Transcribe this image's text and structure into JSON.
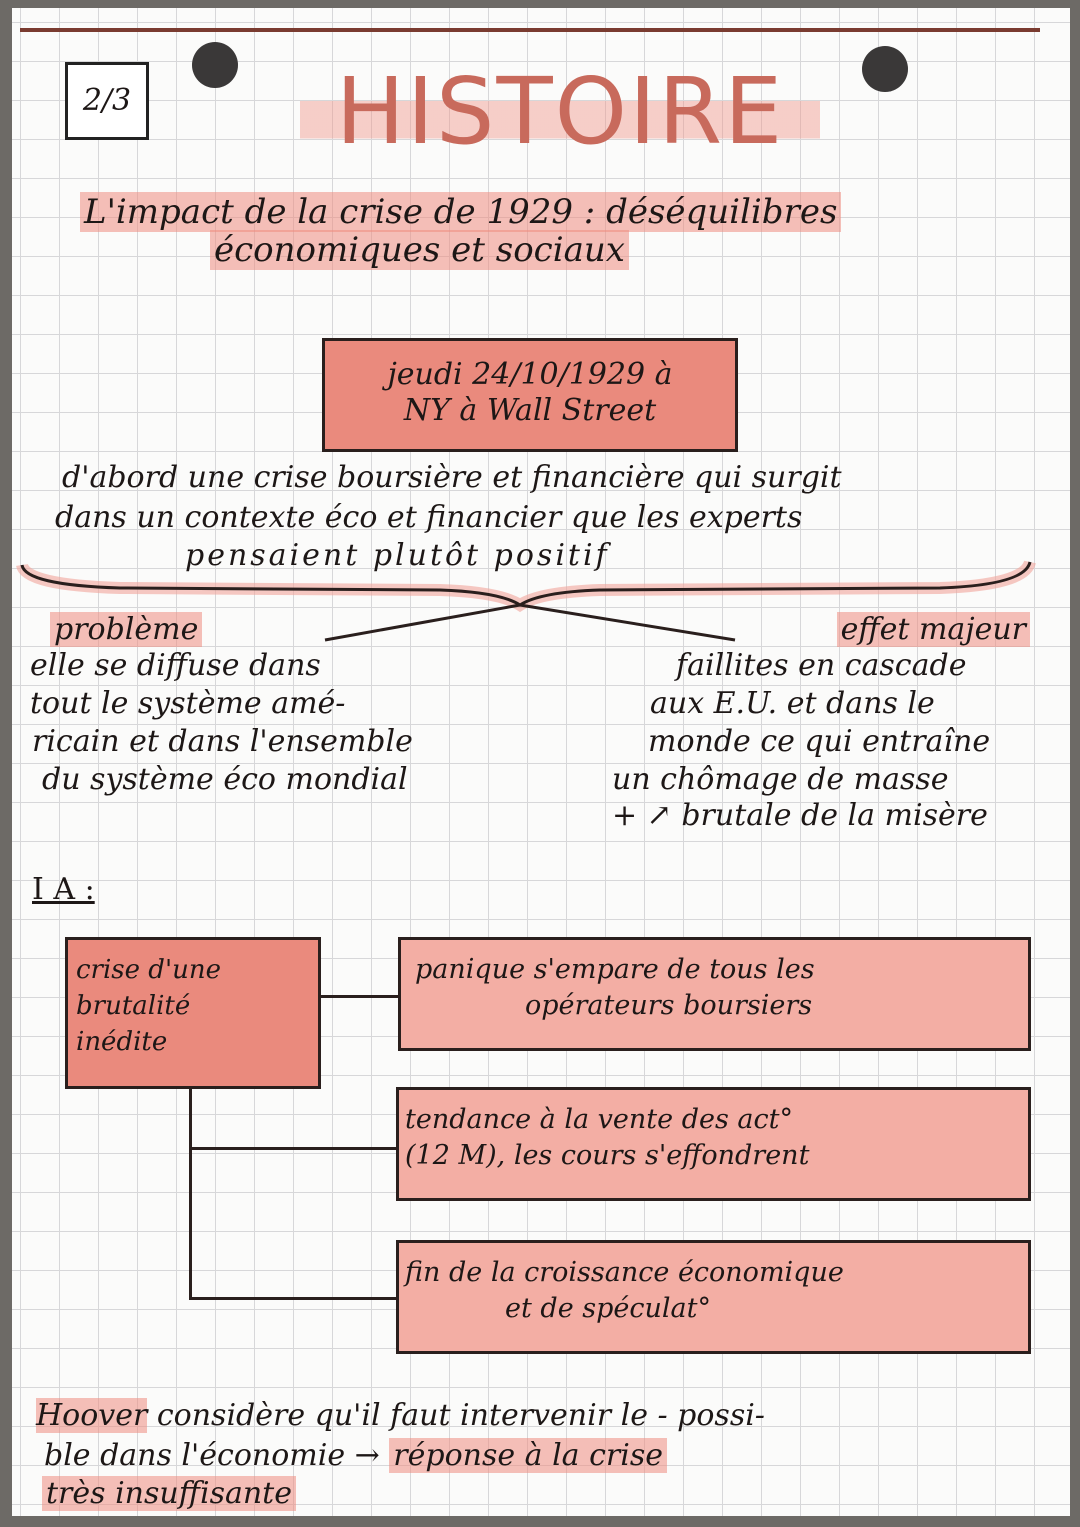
{
  "page_number": "2/3",
  "title": "HISTOIRE",
  "subtitle": [
    "L'impact de la crise de 1929 : déséquilibres",
    "économiques et sociaux"
  ],
  "date_box": [
    "jeudi 24/10/1929 à",
    "NY à Wall Street"
  ],
  "intro": [
    "d'abord une crise boursière et financière qui surgit",
    "dans un contexte éco et financier que les experts",
    "pensaient plutôt positif"
  ],
  "left_branch": {
    "heading": "problème",
    "lines": [
      "elle se diffuse dans",
      "tout le système amé-",
      "ricain et dans l'ensemble",
      "du système éco mondial"
    ]
  },
  "right_branch": {
    "heading": "effet majeur",
    "lines": [
      "faillites en cascade",
      "aux E.U. et dans le",
      "monde ce qui entraîne",
      "un chômage de masse",
      "+ ↗ brutale de la misère"
    ]
  },
  "section_label": "I A :",
  "diagram": {
    "main": [
      "crise d'une",
      "brutalité",
      "inédite"
    ],
    "items": [
      [
        "panique s'empare de tous les",
        "opérateurs boursiers"
      ],
      [
        "tendance à la vente des act°",
        "(12 M), les cours s'effondrent"
      ],
      [
        "fin de la croissance économique",
        "et de spéculat°"
      ]
    ]
  },
  "conclusion": {
    "name": "Hoover",
    "line1_rest": "considère qu'il faut intervenir le - possi-",
    "line2_start": "ble dans l'économie →",
    "line2_hl": "réponse à la crise",
    "line3_hl": "très insuffisante"
  }
}
